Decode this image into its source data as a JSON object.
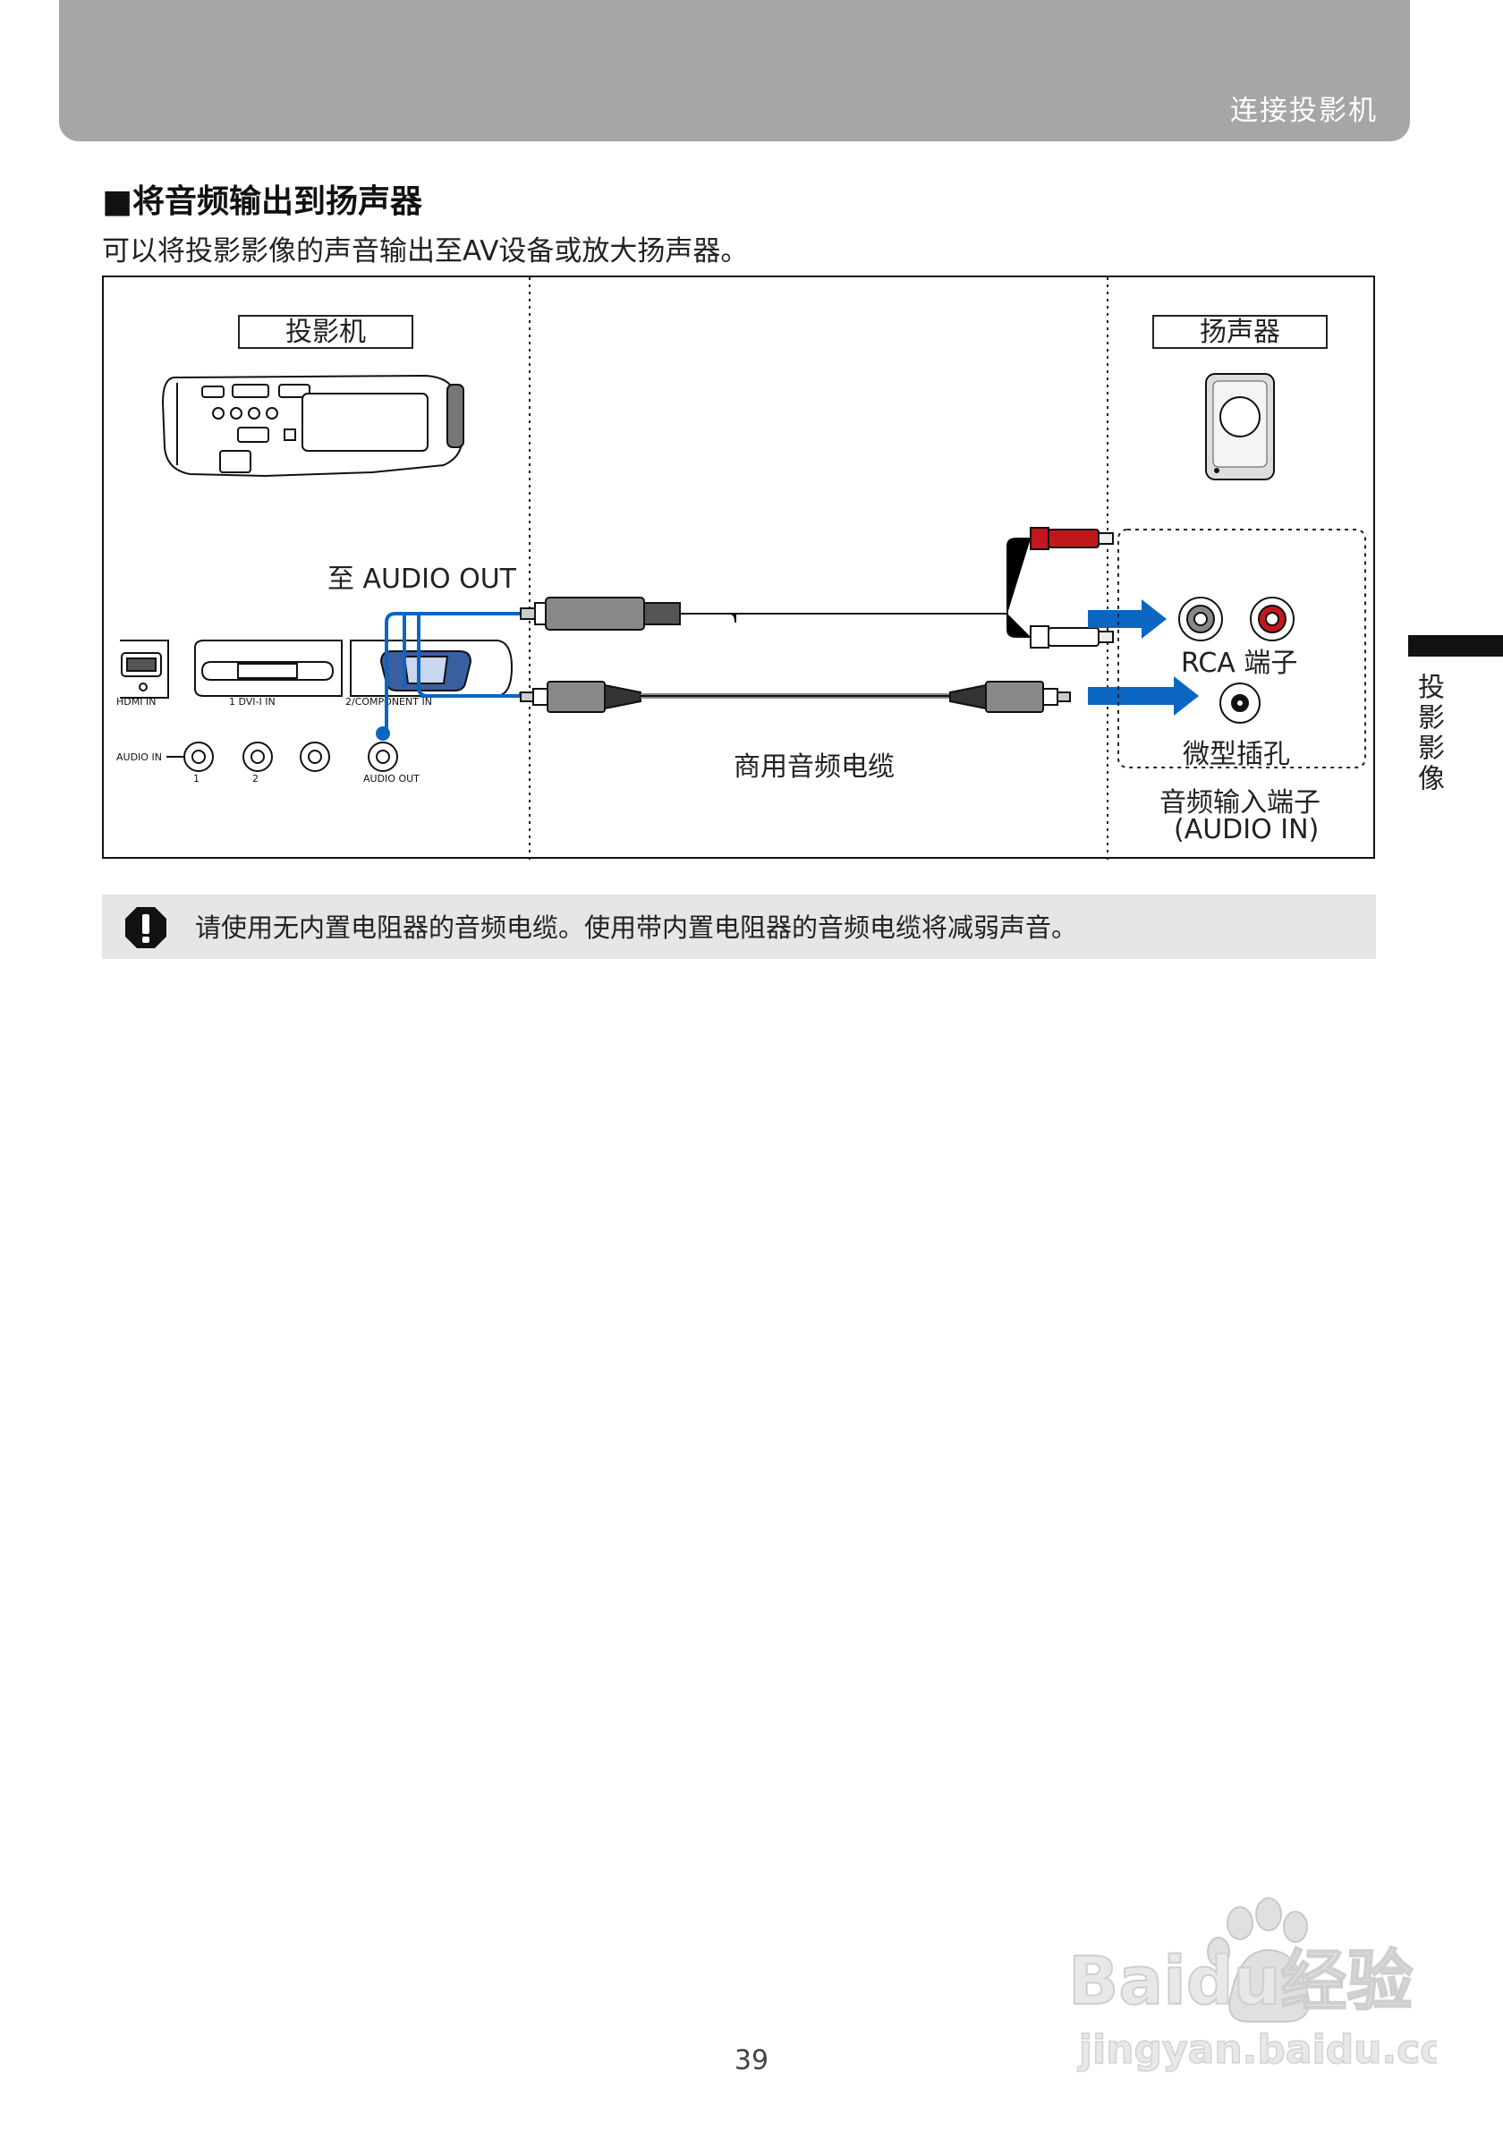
{
  "header": {
    "title": "连接投影机"
  },
  "section": {
    "heading": "■将音频输出到扬声器",
    "intro": "可以将投影影像的声音输出至AV设备或放大扬声器。"
  },
  "diagram": {
    "projector_label": "投影机",
    "speaker_label": "扬声器",
    "to_audio_out": "至 AUDIO OUT",
    "cable_label": "商用音频电缆",
    "rca_label": "RCA 端子",
    "mini_jack_label": "微型插孔",
    "audio_input_label": "音频输入端子",
    "audio_input_sub": "(AUDIO IN)",
    "panel": {
      "hdmi_in": "HDMI IN",
      "dvi_in": "1 DVI-I IN",
      "component_in": "2/COMPONENT IN",
      "audio_in": "AUDIO IN",
      "audio_1": "1",
      "audio_2": "2",
      "audio_out": "AUDIO OUT"
    },
    "colors": {
      "accent_blue": "#0a66c2",
      "rca_red": "#c0181d"
    }
  },
  "note": {
    "icon": "warning-icon",
    "text": "请使用无内置电阻器的音频电缆。使用带内置电阻器的音频电缆将减弱声音。"
  },
  "side_tab": {
    "label": "投影影像"
  },
  "page_number": "39",
  "watermark": {
    "text": "Baidu经验",
    "sub": "jingyan.baidu.com"
  }
}
